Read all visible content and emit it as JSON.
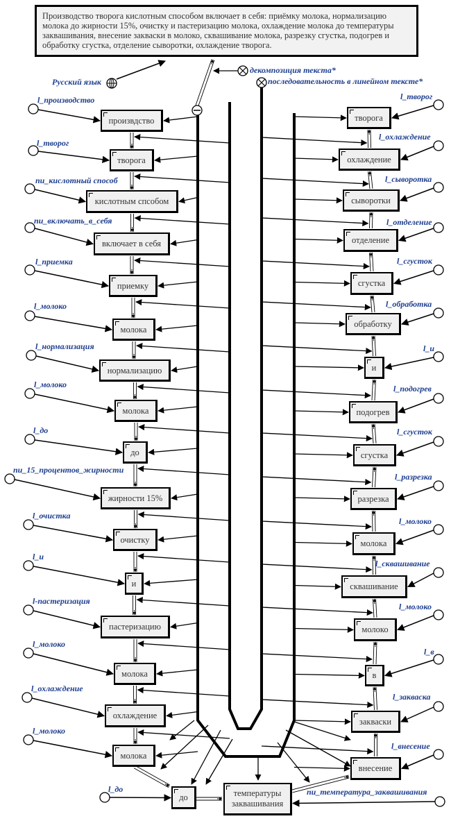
{
  "source_text": "Производство творога кислотным способом включает в себя: приёмку молока, нормализацию молока до жирности 15%, очистку и пастеризацию молока, охлаждение молока до температуры заквашивания, внесение закваски в молоко, сквашивание молока, разрезку сгустка, подогрев и обработку сгустка, отделение сыворотки, охлаждение творога.",
  "legend": {
    "language": "Русский язык",
    "decomposition": "декомпозиция текста*",
    "sequence": "последовательность в линейном тексте*"
  },
  "left_nodes": [
    {
      "text": "произвдство",
      "concept": "l_производство"
    },
    {
      "text": "творога",
      "concept": "l_творог"
    },
    {
      "text": "кислотным спсобом",
      "concept": "nи_кислотный способ"
    },
    {
      "text": "включает в себя",
      "concept": "nи_включать_в_себя"
    },
    {
      "text": "приемку",
      "concept": "l_приемка"
    },
    {
      "text": "молока",
      "concept": "l_молоко"
    },
    {
      "text": "нормализацию",
      "concept": "l_нормализация"
    },
    {
      "text": "молока",
      "concept": "l_молоко"
    },
    {
      "text": "до",
      "concept": "l_до"
    },
    {
      "text": "жирности 15%",
      "concept": "nи_15_процентов_жирности"
    },
    {
      "text": "очистку",
      "concept": "l_очистка"
    },
    {
      "text": "и",
      "concept": "l_и"
    },
    {
      "text": "пастеризацию",
      "concept": "l-пастеризация"
    },
    {
      "text": "молока",
      "concept": "l_молоко"
    },
    {
      "text": "охлаждение",
      "concept": "l_охлаждение"
    },
    {
      "text": "молока",
      "concept": "l_молоко"
    }
  ],
  "bottom_nodes": [
    {
      "text": "до",
      "concept": "l_до"
    },
    {
      "text": "температуры заквашивания",
      "concept": "nи_температура_заквашивания"
    }
  ],
  "right_nodes": [
    {
      "text": "творога",
      "concept": "l_творог"
    },
    {
      "text": "охлаждение",
      "concept": "l_охлаждение"
    },
    {
      "text": "сыворотки",
      "concept": "l_сыворотка"
    },
    {
      "text": "отделение",
      "concept": "l_отделение"
    },
    {
      "text": "сгустка",
      "concept": "l_сгусток"
    },
    {
      "text": "обработку",
      "concept": "l_обработка"
    },
    {
      "text": "и",
      "concept": "l_и"
    },
    {
      "text": "подогрев",
      "concept": "l_подогрев"
    },
    {
      "text": "сгустка",
      "concept": "l_сгусток"
    },
    {
      "text": "разрезка",
      "concept": "l_разрезка"
    },
    {
      "text": "молока",
      "concept": "l_молоко"
    },
    {
      "text": "сквашивание",
      "concept": "l_сквашивание"
    },
    {
      "text": "молоко",
      "concept": "l_молоко"
    },
    {
      "text": "в",
      "concept": "l_в"
    },
    {
      "text": "закваски",
      "concept": "l_закваска"
    },
    {
      "text": "внесение",
      "concept": "l_внесение"
    }
  ]
}
